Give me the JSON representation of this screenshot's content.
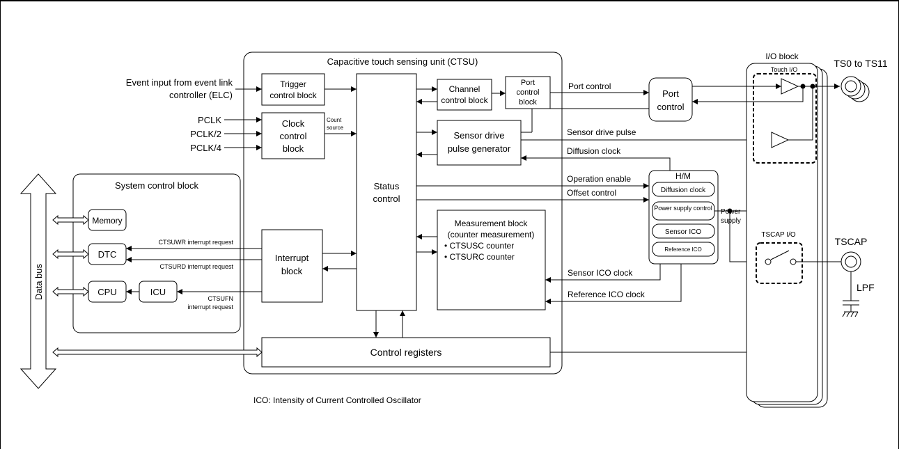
{
  "ctsu": {
    "title": "Capacitive touch sensing unit (CTSU)",
    "trigger": [
      "Trigger",
      "control block"
    ],
    "clock": [
      "Clock",
      "control",
      "block"
    ],
    "count_source": [
      "Count",
      "source"
    ],
    "status": [
      "Status",
      "control"
    ],
    "channel": [
      "Channel",
      "control block"
    ],
    "port_ctrl_block": [
      "Port",
      "control",
      "block"
    ],
    "sensor_drive": [
      "Sensor drive",
      "pulse generator"
    ],
    "measurement": [
      "Measurement block",
      "(counter measurement)",
      "• CTSUSC counter",
      "• CTSURC counter"
    ],
    "interrupt": [
      "Interrupt",
      "block"
    ],
    "control_registers": "Control registers"
  },
  "inputs": {
    "elc": [
      "Event input from event link",
      "controller (ELC)"
    ],
    "pclk": "PCLK",
    "pclk2": "PCLK/2",
    "pclk4": "PCLK/4"
  },
  "system": {
    "title": "System control block",
    "memory": "Memory",
    "dtc": "DTC",
    "cpu": "CPU",
    "icu": "ICU",
    "ctsuwr": "CTSUWR interrupt request",
    "ctsurd": "CTSURD interrupt request",
    "ctsufn": [
      "CTSUFN",
      "interrupt request"
    ]
  },
  "data_bus": "Data bus",
  "signals": {
    "port_control": "Port control",
    "sensor_drive_pulse": "Sensor drive pulse",
    "diffusion_clock": "Diffusion clock",
    "operation_enable": "Operation enable",
    "offset_control": "Offset control",
    "sensor_ico_clock": "Sensor ICO clock",
    "reference_ico_clock": "Reference ICO clock",
    "power_supply": [
      "Power",
      "supply"
    ]
  },
  "port_box": [
    "Port",
    "control"
  ],
  "hm": {
    "title": "H/M",
    "items": [
      "Diffusion clock",
      "Power supply control",
      "Sensor ICO",
      "Reference ICO"
    ]
  },
  "io": {
    "title": "I/O block",
    "touch_io": "Touch I/O",
    "tscap_io": "TSCAP I/O",
    "ts_pins": "TS0 to TS11",
    "tscap": "TSCAP",
    "lpf": "LPF"
  },
  "footnote": "ICO: Intensity of Current Controlled Oscillator"
}
